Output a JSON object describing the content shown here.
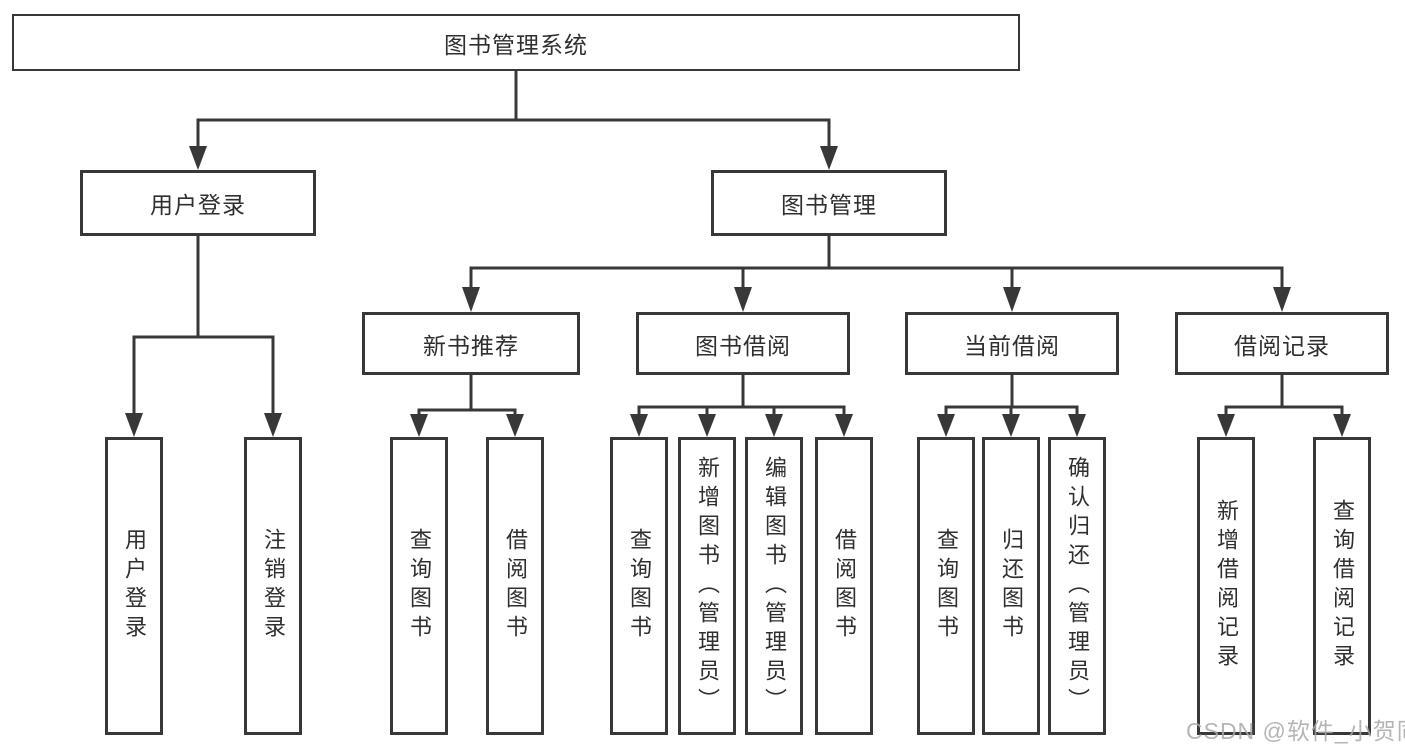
{
  "diagram": {
    "root": {
      "label": "图书管理系统",
      "children": [
        {
          "label": "用户登录",
          "children": [
            {
              "label": "用户登录"
            },
            {
              "label": "注销登录"
            }
          ]
        },
        {
          "label": "图书管理",
          "children": [
            {
              "label": "新书推荐",
              "children": [
                {
                  "label": "查询图书"
                },
                {
                  "label": "借阅图书"
                }
              ]
            },
            {
              "label": "图书借阅",
              "children": [
                {
                  "label": "查询图书"
                },
                {
                  "label": "新增图书（管理员）"
                },
                {
                  "label": "编辑图书（管理员）"
                },
                {
                  "label": "借阅图书"
                }
              ]
            },
            {
              "label": "当前借阅",
              "children": [
                {
                  "label": "查询图书"
                },
                {
                  "label": "归还图书"
                },
                {
                  "label": "确认归还（管理员）"
                }
              ]
            },
            {
              "label": "借阅记录",
              "children": [
                {
                  "label": "新增借阅记录"
                },
                {
                  "label": "查询借阅记录"
                }
              ]
            }
          ]
        }
      ]
    }
  },
  "watermark": {
    "text": "CSDN @软件_小贺同学"
  },
  "colors": {
    "line": "#383838",
    "box_border": "#383838",
    "text": "#2f2f2f",
    "background": "#ffffff",
    "watermark": "#a9a9a9"
  }
}
